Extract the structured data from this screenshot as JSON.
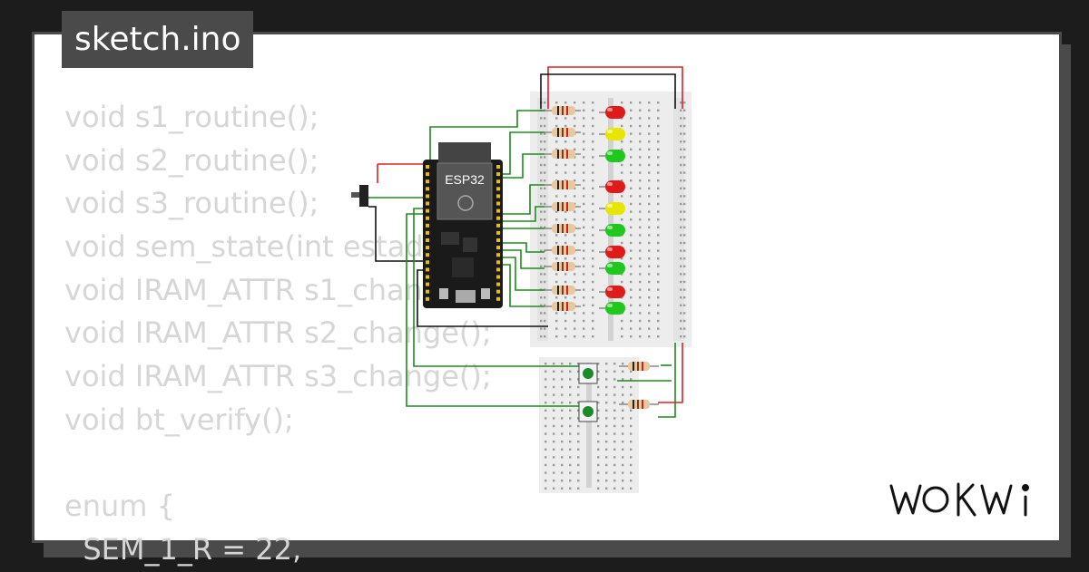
{
  "file_tab": {
    "name": "sketch.ino"
  },
  "code_lines": [
    "void s1_routine();",
    "void s2_routine();",
    "void s3_routine();",
    "void sem_state(int estado);",
    "void IRAM_ATTR s1_change();",
    "void IRAM_ATTR s2_change();",
    "void IRAM_ATTR s3_change();",
    "void bt_verify();",
    "",
    "enum {",
    "  SEM_1_R = 22,"
  ],
  "circuit": {
    "board_label": "ESP32",
    "leds": [
      "red",
      "yellow",
      "green",
      "red",
      "yellow",
      "green",
      "red",
      "green",
      "red",
      "green"
    ],
    "buttons": 2,
    "resistors_on_buttons": 2
  },
  "brand": {
    "logo_text": "WOKWi"
  },
  "colors": {
    "background": "#1c1c1c",
    "card": "#ffffff",
    "frame": "#4a4a4a",
    "code_text": "#d6d6d6",
    "wire_green": "#1e8a1e",
    "wire_red": "#e02020"
  }
}
